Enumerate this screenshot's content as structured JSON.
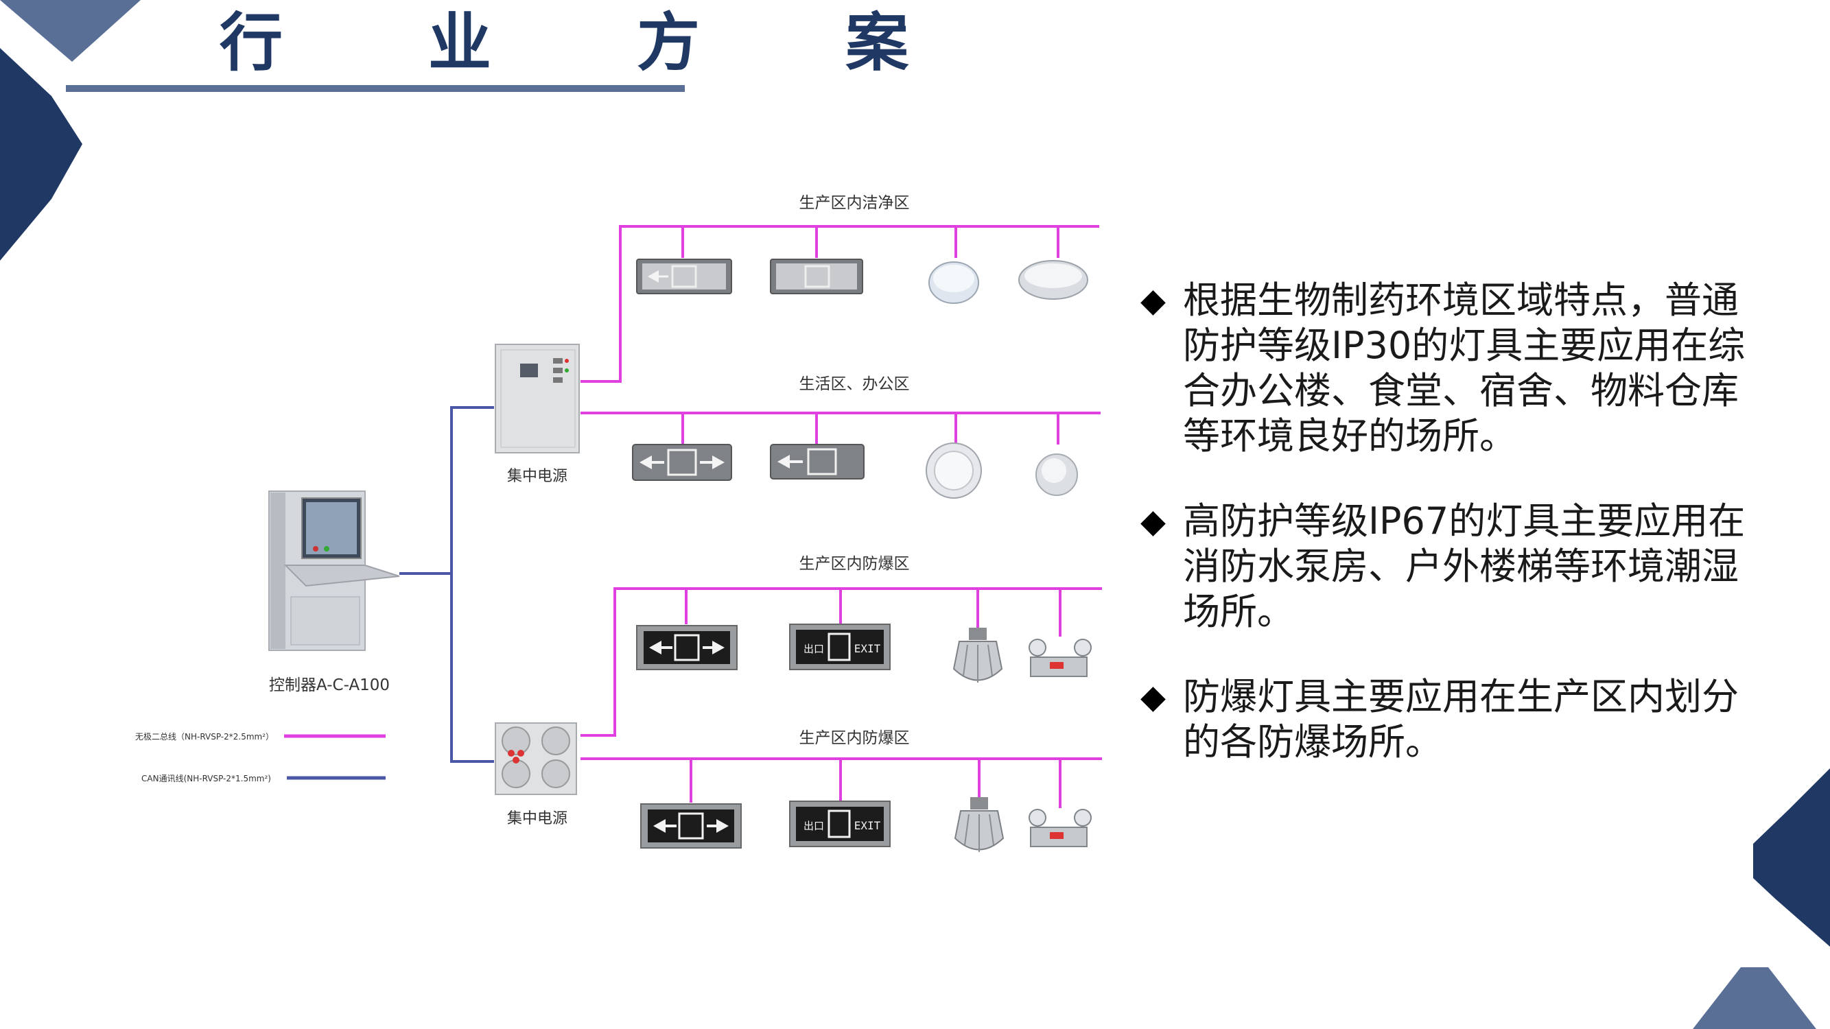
{
  "title": "行 业 方 案",
  "colors": {
    "navy": "#1f3864",
    "slate": "#5a6f96",
    "power_line": "#e040e0",
    "can_line": "#4a57a6"
  },
  "diagram": {
    "controller_label": "控制器A-C-A100",
    "power_supply_label_1": "集中电源",
    "power_supply_label_2": "集中电源",
    "legend": [
      {
        "label": "无极二总线（NH-RVSP-2*2.5mm²）",
        "color_key": "power_line"
      },
      {
        "label": "CAN通讯线(NH-RVSP-2*1.5mm²)",
        "color_key": "can_line"
      }
    ],
    "zones": [
      {
        "label": "生产区内洁净区"
      },
      {
        "label": "生活区、办公区"
      },
      {
        "label": "生产区内防爆区"
      },
      {
        "label": "生产区内防爆区"
      }
    ],
    "sign_text_exit_cn": "出口",
    "sign_text_exit_en": "EXIT"
  },
  "bullets": [
    {
      "text": "根据生物制药环境区域特点，普通防护等级IP30的灯具主要应用在综合办公楼、食堂、宿舍、物料仓库等环境良好的场所。"
    },
    {
      "text": "高防护等级IP67的灯具主要应用在消防水泵房、户外楼梯等环境潮湿场所。"
    },
    {
      "text": "防爆灯具主要应用在生产区内划分的各防爆场所。"
    }
  ],
  "bullet_marker": "◆"
}
